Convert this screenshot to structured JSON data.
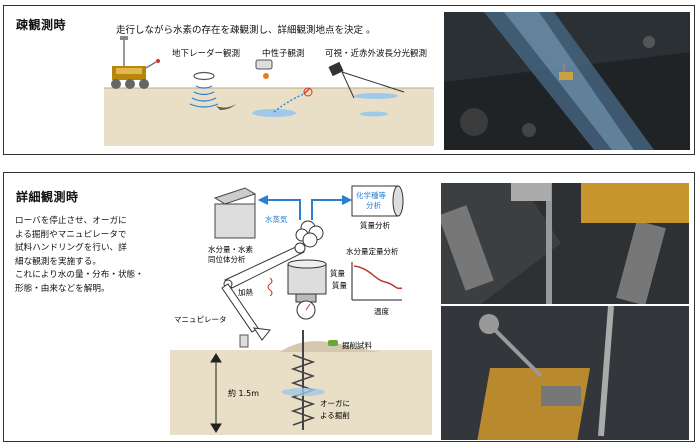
{
  "top": {
    "title": "疎観測時",
    "caption": "走行しながら水素の存在を疎観測し、詳細観測地点を決定 。",
    "labels": {
      "radar": "地下レーダー観測",
      "neutron": "中性子観測",
      "spectro": "可視・近赤外波長分光観測"
    }
  },
  "bottom": {
    "title": "詳細観測時",
    "body_lines": [
      "ローバを停止させ、オーガに",
      "よる掘削やマニュピレータで",
      "試料ハンドリングを行い、詳",
      "細な観測を実施する。",
      "これにより水の量・分布・状態・",
      "形態・由来などを解明。"
    ],
    "labels": {
      "water_box": "水分量・水素",
      "water_box2": "同位体分析",
      "vapor": "水蒸気",
      "chem1": "化学種等",
      "chem2": "分析",
      "mass_analysis": "質量分析",
      "graph_title": "水分量定量分析",
      "graph_y": "質量",
      "graph_x": "温度",
      "heating": "加熱",
      "mass": "質量",
      "manipulator": "マニュピレータ",
      "excavated": "掘削試料",
      "depth": "約 1.5m",
      "auger1": "オーガに",
      "auger2": "よる掘削"
    }
  },
  "colors": {
    "soil": "#e8dfc6",
    "arrow_blue": "#2a7fd0",
    "water_blue": "#9fc8ea",
    "graph_line": "#c0392b",
    "photo_dark": "#1c1f22"
  }
}
